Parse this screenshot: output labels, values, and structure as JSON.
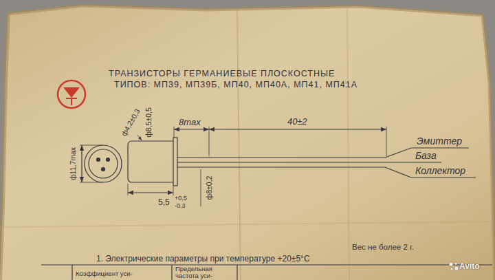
{
  "diagram": {
    "title": "ТРАНЗИСТОРЫ ГЕРМАНИЕВЫЕ ПЛОСКОСТНЫЕ",
    "labels": [
      "ТИПОВ: МП39, МП39Б, МП40, МП40А, МП41, МП41А",
      "ф4,2±0,3",
      "ф8,5±0,5",
      "8max",
      "40±2",
      "ф11,7max",
      "Эмиттер",
      "База",
      "Коллектор",
      "5,5",
      "+0,5",
      "-0,3",
      "ф8±0,2",
      "Вес не более 2 г.",
      "1. Электрические параметры при температуре +20±5°С",
      "Коэффициент уси-",
      "Предельная",
      "частота уси-",
      "Avito"
    ]
  }
}
